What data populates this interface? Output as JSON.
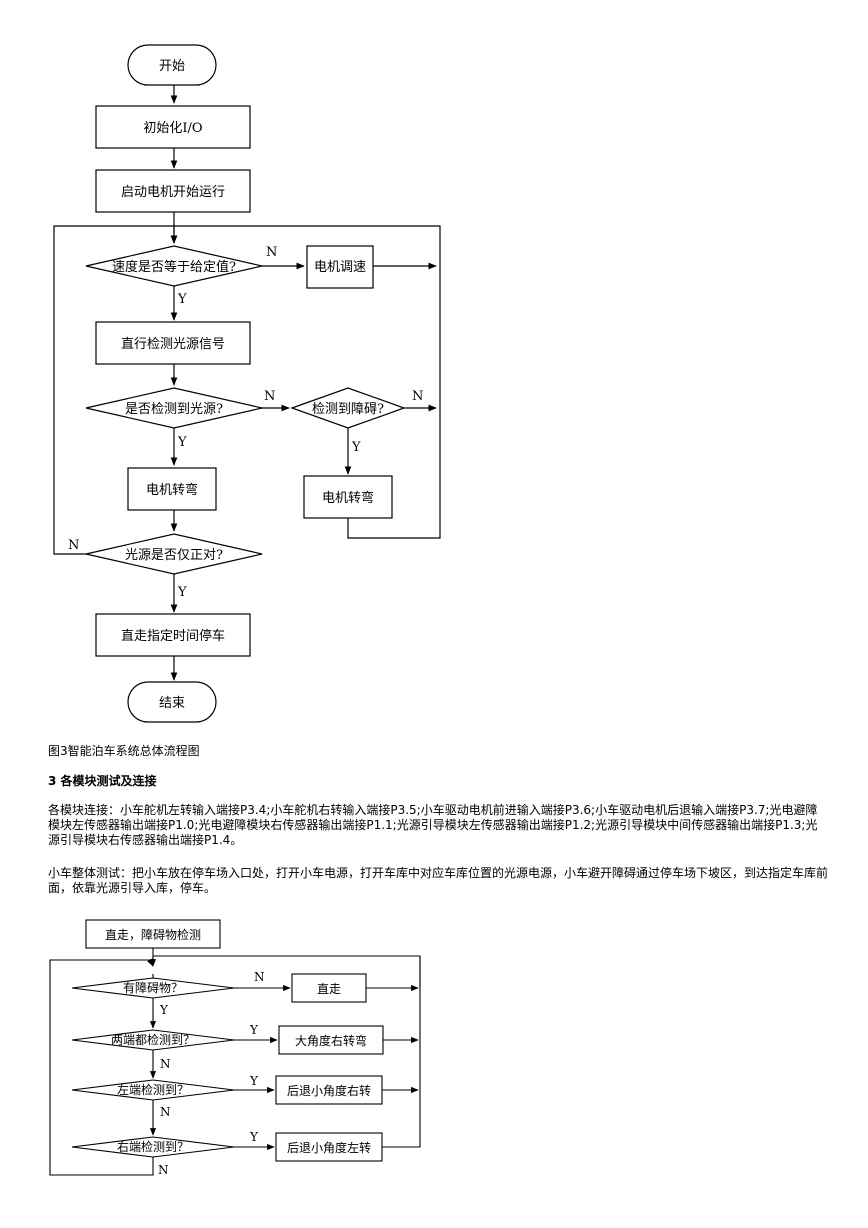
{
  "flowchart1": {
    "start": "开始",
    "init": "初始化I/O",
    "start_motor": "启动电机开始运行",
    "speed_check": "速度是否等于给定值?",
    "motor_speed": "电机调速",
    "straight_detect": "直行检测光源信号",
    "light_detected": "是否检测到光源?",
    "obstacle_detected": "检测到障碍?",
    "motor_turn_left": "电机转弯",
    "motor_turn_right": "电机转弯",
    "light_aligned": "光源是否仅正对?",
    "drive_stop": "直走指定时间停车",
    "end": "结束",
    "yes": "Y",
    "no": "N"
  },
  "caption": "图3智能泊车系统总体流程图",
  "heading": "3 各模块测试及连接",
  "paragraphs": {
    "connections": "各模块连接：小车舵机左转输入端接P3.4;小车舵机右转输入端接P3.5;小车驱动电机前进输入端接P3.6;小车驱动电机后退输入端接P3.7;光电避障模块左传感器输出端接P1.0;光电避障模块右传感器输出端接P1.1;光源引导模块左传感器输出端接P1.2;光源引导模块中间传感器输出端接P1.3;光源引导模块右传感器输出端接P1.4。",
    "overall_test": "小车整体测试：把小车放在停车场入口处，打开小车电源，打开车库中对应车库位置的光源电源，小车避开障碍通过停车场下坡区，到达指定车库前面，依靠光源引导入库，停车。"
  },
  "flowchart2": {
    "top": "直走，障碍物检测",
    "has_obstacle": "有障碍物？",
    "go_straight": "直走",
    "both_detected": "两端都检测到？",
    "big_turn_right": "大角度右转弯",
    "left_detected": "左端检测到？",
    "back_small_right": "后退小角度右转",
    "right_detected": "右端检测到？",
    "back_small_left": "后退小角度左转",
    "yes": "Y",
    "no": "N"
  }
}
